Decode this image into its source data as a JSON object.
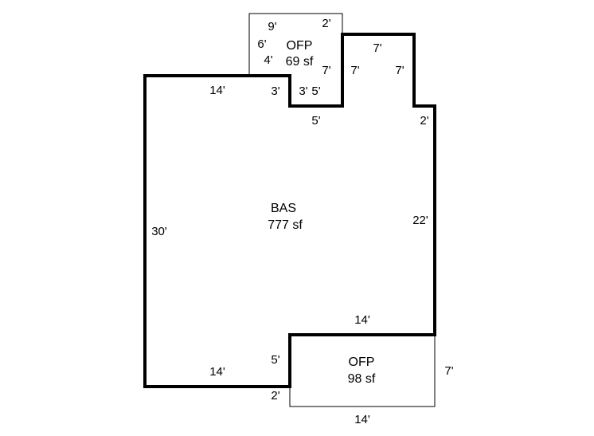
{
  "areas": {
    "bas": {
      "code": "BAS",
      "size": "777 sf"
    },
    "ofp_top": {
      "code": "OFP",
      "size": "69 sf"
    },
    "ofp_bottom": {
      "code": "OFP",
      "size": "98 sf"
    }
  },
  "dimensions": {
    "top_ofp_top": "9'",
    "top_ofp_right_top": "2'",
    "top_ofp_left_upper": "6'",
    "top_ofp_left_lower": "4'",
    "top_ofp_inner_right": "7'",
    "notch_left_side": "3'",
    "notch_left_side_2": "3'",
    "notch_right_side": "5'",
    "notch_bottom": "5'",
    "bump_top": "7'",
    "bump_left": "7'",
    "bump_right": "7'",
    "bump_step": "2'",
    "bas_top_left": "14'",
    "bas_left": "30'",
    "bas_right": "22'",
    "bas_lower_step": "14'",
    "bas_bottom": "14'",
    "bas_lower_notch": "5'",
    "bottom_ofp_right": "7'",
    "bottom_ofp_bottom": "14'",
    "bottom_ofp_left": "2'"
  },
  "colors": {
    "main_outline": "#000000",
    "porch_outline": "#000000",
    "background": "#ffffff"
  }
}
